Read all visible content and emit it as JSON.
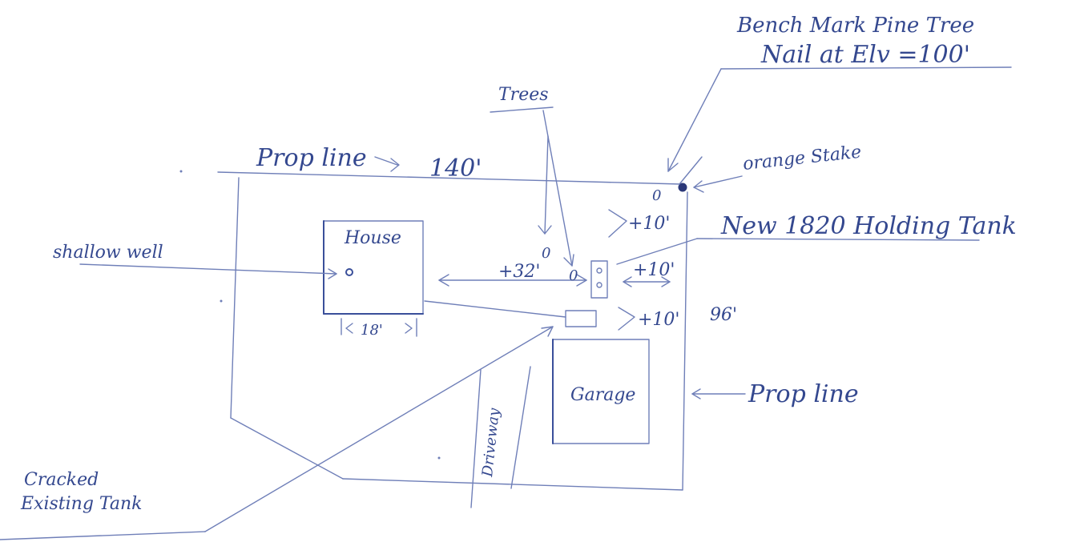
{
  "labels": {
    "benchmark_line1": "Bench Mark Pine Tree",
    "benchmark_line2": "Nail at Elv =100'",
    "trees": "Trees",
    "prop_line_top": "Prop line",
    "top_dimension": "140'",
    "orange_stake": "orange Stake",
    "new_tank": "New 1820 Holding Tank",
    "shallow_well": "shallow well",
    "house": "House",
    "garage": "Garage",
    "prop_line_right": "Prop line",
    "driveway": "Driveway",
    "cracked_line1": "Cracked",
    "cracked_line2": "Existing Tank"
  },
  "dimensions": {
    "house_width": "18'",
    "house_to_tank": "+32'",
    "tank_to_propline": "+10'",
    "elev_upper": "+10'",
    "elev_lower": "+10'",
    "right_dimension": "96'"
  },
  "markers": {
    "zero": "0"
  }
}
